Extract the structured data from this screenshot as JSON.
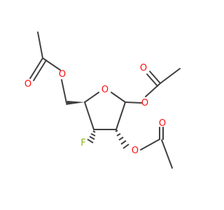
{
  "diagram": {
    "type": "skeletal-structure",
    "atom_colors": {
      "O": "#ff0d0d",
      "F": "#8fb319",
      "bond": "#404040"
    },
    "labels": {
      "ring_oxygen": "O",
      "methylene_ester_oxygen": "O",
      "methylene_carbonyl_oxygen": "O",
      "anomeric_ester_oxygen": "O",
      "anomeric_carbonyl_oxygen": "O",
      "c2_ester_oxygen": "O",
      "c2_carbonyl_oxygen": "O",
      "fluorine": "F"
    }
  }
}
